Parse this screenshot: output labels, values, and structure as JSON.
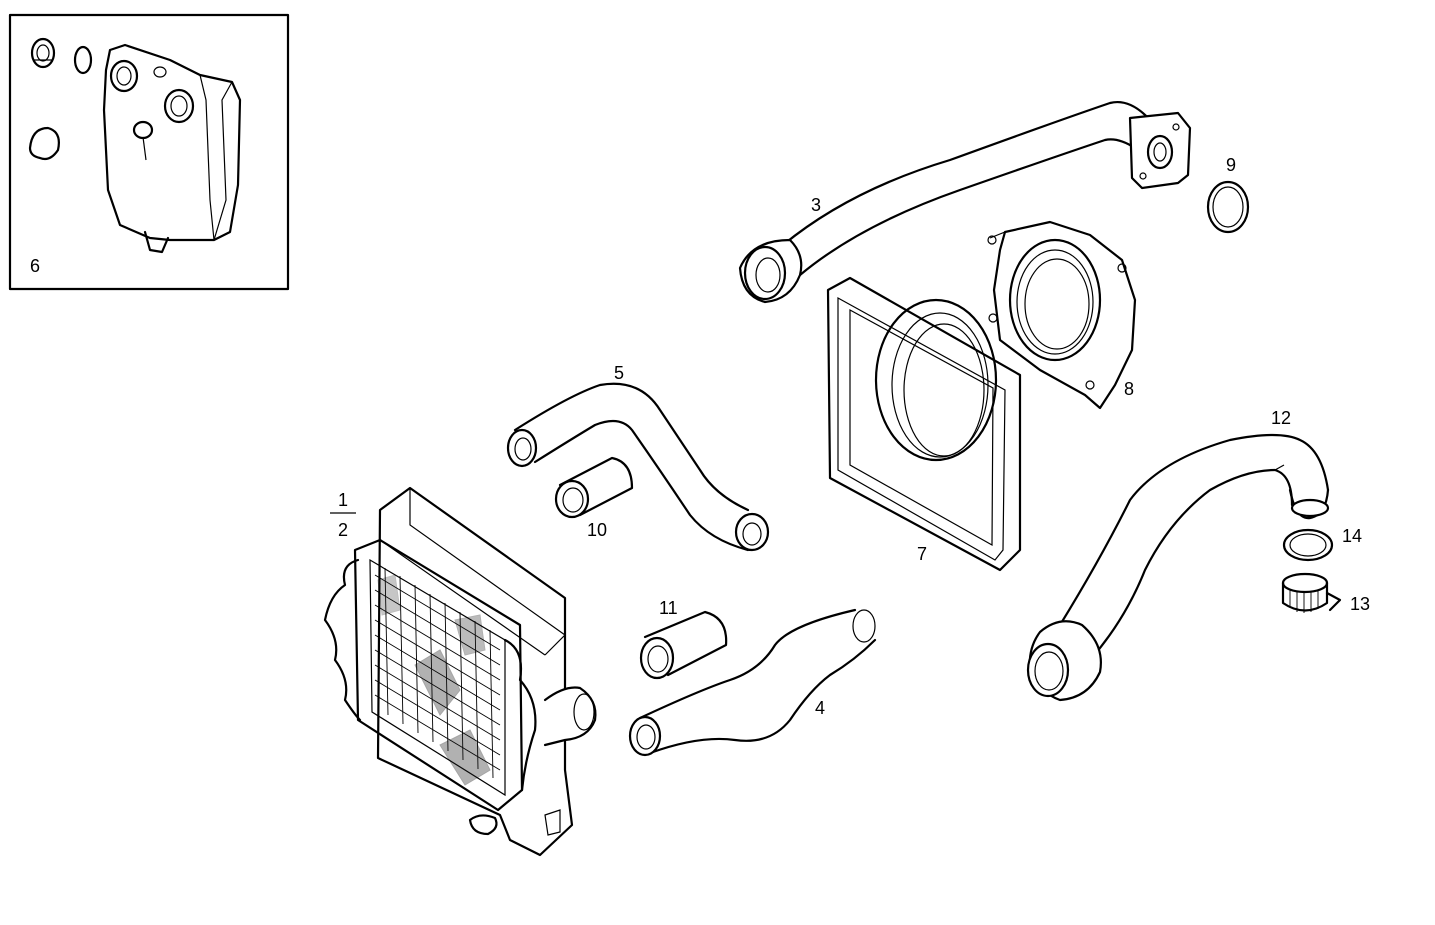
{
  "inset": {
    "label": "6"
  },
  "callouts": [
    {
      "id": "c1",
      "text": "1"
    },
    {
      "id": "c2",
      "text": "2"
    },
    {
      "id": "c3",
      "text": "3"
    },
    {
      "id": "c4",
      "text": "4"
    },
    {
      "id": "c5",
      "text": "5"
    },
    {
      "id": "c7",
      "text": "7"
    },
    {
      "id": "c8",
      "text": "8"
    },
    {
      "id": "c9",
      "text": "9"
    },
    {
      "id": "c10",
      "text": "10"
    },
    {
      "id": "c11",
      "text": "11"
    },
    {
      "id": "c12",
      "text": "12"
    },
    {
      "id": "c13",
      "text": "13"
    },
    {
      "id": "c14",
      "text": "14"
    }
  ]
}
